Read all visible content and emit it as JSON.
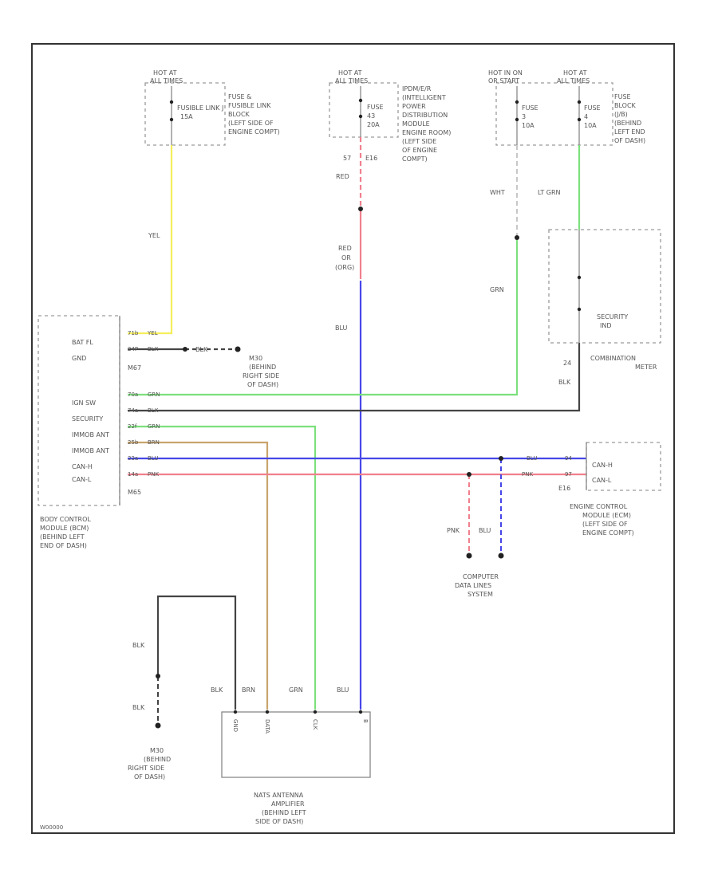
{
  "fuse_boxes": {
    "left": {
      "hot": [
        "HOT AT",
        "ALL TIMES"
      ],
      "fuse": [
        "FUSIBLE LINK J",
        "15A"
      ],
      "location": [
        "FUSE &",
        "FUSIBLE LINK",
        "BLOCK",
        "(LEFT SIDE OF",
        "ENGINE COMPT)"
      ]
    },
    "middle": {
      "hot": [
        "HOT AT",
        "ALL TIMES"
      ],
      "fuse": [
        "FUSE",
        "43",
        "20A"
      ],
      "location": [
        "IPDM/E/R",
        "(INTELLIGENT",
        "POWER",
        "DISTRIBUTION",
        "MODULE",
        "ENGINE ROOM)",
        "(LEFT SIDE",
        "OF ENGINE",
        "COMPT)"
      ],
      "pins": [
        "57",
        "E16"
      ]
    },
    "right_a": {
      "hot": [
        "HOT IN ON",
        "OR START"
      ],
      "fuse": [
        "FUSE",
        "3",
        "10A"
      ]
    },
    "right_b": {
      "hot": [
        "HOT AT",
        "ALL TIMES"
      ],
      "fuse": [
        "FUSE",
        "4",
        "10A"
      ],
      "location": [
        "FUSE",
        "BLOCK",
        "(J/B)",
        "(BEHIND",
        "LEFT END",
        "OF DASH)"
      ]
    }
  },
  "wire_labels": {
    "yel": "YEL",
    "red": "RED",
    "red_or_org": [
      "RED",
      "OR",
      "(ORG)"
    ],
    "blu": "BLU",
    "wht": "WHT",
    "lt_grn": "LT GRN",
    "grn": "GRN",
    "blk_meter": "BLK",
    "blk_ground": "BLK",
    "blk_upper": "BLK",
    "blk_lower": "BLK",
    "pnk_drop": "PNK",
    "blu_drop": "BLU",
    "amp_blk": "BLK",
    "amp_brn": "BRN",
    "amp_grn": "GRN",
    "amp_blu": "BLU"
  },
  "bcm": {
    "rows": [
      "BAT FL",
      "GND",
      "",
      "IGN SW",
      "SECURITY",
      "IMMOB ANT",
      "IMMOB ANT",
      "CAN-H",
      "CAN-L"
    ],
    "pins": [
      "71b",
      "YEL",
      "24P",
      "BLK",
      "M67",
      "70a",
      "GRN",
      "74a",
      "BLK",
      "22f",
      "GRN",
      "25b",
      "BRN",
      "33a",
      "BLU",
      "14a",
      "PNK",
      "M65"
    ],
    "name": [
      "BODY CONTROL",
      "MODULE (BCM)",
      "(BEHIND LEFT",
      "END OF DASH)"
    ]
  },
  "ground_left": {
    "wire": "BLK",
    "code": "M30",
    "location": [
      "(BEHIND",
      "RIGHT SIDE",
      "OF DASH)"
    ]
  },
  "ground_bottom": {
    "code": "M30",
    "location": [
      "(BEHIND",
      "RIGHT SIDE",
      "OF DASH)"
    ]
  },
  "meter": {
    "led": [
      "SECURITY",
      "IND"
    ],
    "name": [
      "COMBINATION",
      "METER"
    ],
    "pin": "24"
  },
  "ecm": {
    "rows": [
      "CAN-H",
      "CAN-L"
    ],
    "pins": [
      "BLU",
      "94",
      "PNK",
      "97",
      "E16"
    ],
    "name": [
      "ENGINE CONTROL",
      "MODULE (ECM)",
      "(LEFT SIDE OF",
      "ENGINE COMPT)"
    ]
  },
  "data_lines": [
    "COMPUTER",
    "DATA LINES",
    "SYSTEM"
  ],
  "amplifier": {
    "pins": [
      "GND",
      "DATA",
      "CLK",
      "B"
    ],
    "name": [
      "NATS ANTENNA",
      "AMPLIFIER",
      "(BEHIND LEFT",
      "SIDE OF DASH)"
    ]
  },
  "footer_code": "W00000",
  "colors": {
    "yellow": "#f5ee5a",
    "red": "#f0808c",
    "blue": "#4747e8",
    "green": "#7ce07c",
    "brown": "#c9a56c",
    "black": "#444444"
  }
}
